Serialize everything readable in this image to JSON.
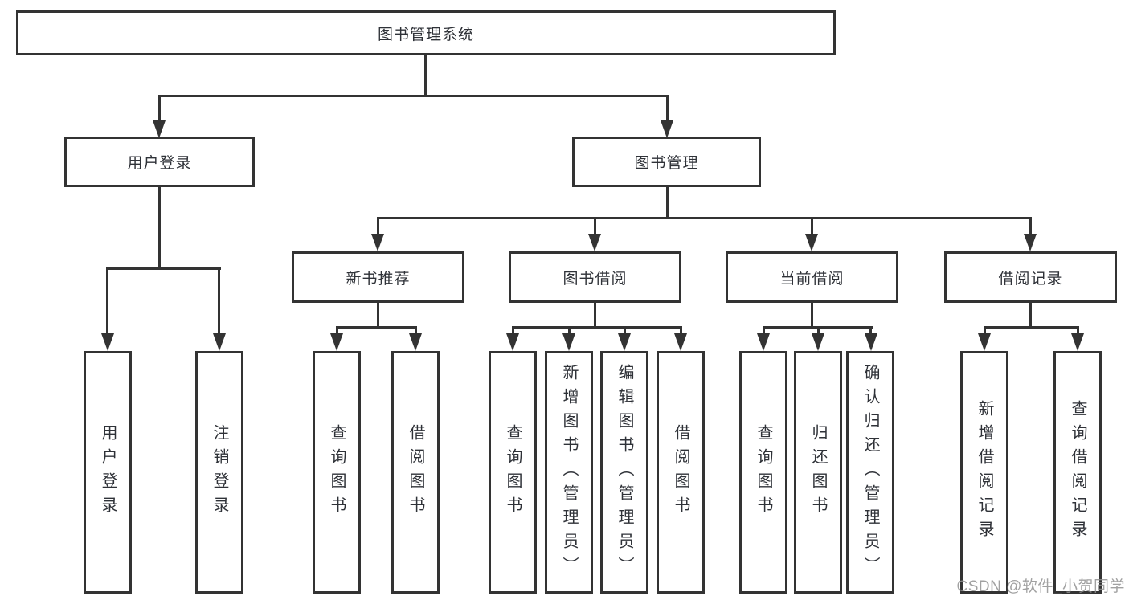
{
  "nodes": {
    "root": "图书管理系统",
    "user_login": "用户登录",
    "book_mgmt": "图书管理",
    "new_rec": "新书推荐",
    "borrow": "图书借阅",
    "current": "当前借阅",
    "records": "借阅记录",
    "leaf_user_login": "用户登录",
    "leaf_logout": "注销登录",
    "leaf_nr_query": "查询图书",
    "leaf_nr_borrow": "借阅图书",
    "leaf_bw_query": "查询图书",
    "leaf_bw_add": "新增图书（管理员）",
    "leaf_bw_edit": "编辑图书（管理员）",
    "leaf_bw_borrow": "借阅图书",
    "leaf_cu_query": "查询图书",
    "leaf_cu_return": "归还图书",
    "leaf_cu_confirm": "确认归还（管理员）",
    "leaf_re_add": "新增借阅记录",
    "leaf_re_query": "查询借阅记录"
  },
  "watermark": "CSDN @软件_小贺同学",
  "colors": {
    "line": "#333333",
    "text": "#2f3238",
    "box_background": "#ffffff",
    "page_background": "#ffffff",
    "watermark": "#919191"
  }
}
